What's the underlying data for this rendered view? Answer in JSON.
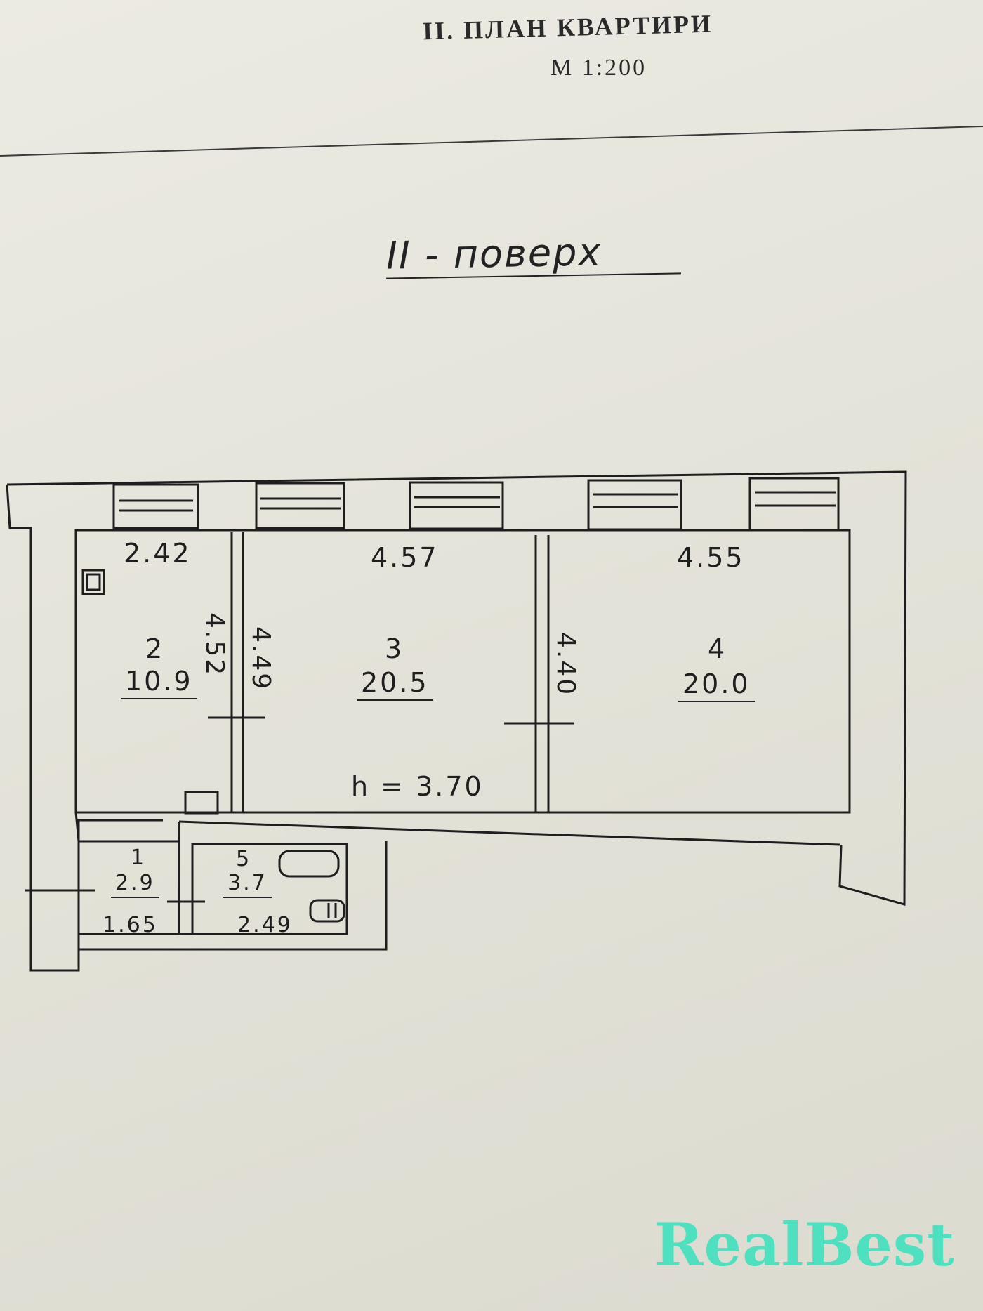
{
  "header": {
    "title": "II. ПЛАН КВАРТИРИ",
    "scale": "М 1:200"
  },
  "floor_label": "II - поверх",
  "rooms": [
    {
      "number": "1",
      "area": "2.9",
      "width": "1.65"
    },
    {
      "number": "2",
      "area": "10.9",
      "width": "2.42",
      "length": "4.52"
    },
    {
      "number": "3",
      "area": "20.5",
      "width": "4.57",
      "length": "4.49"
    },
    {
      "number": "4",
      "area": "20.0",
      "width": "4.55",
      "length": "4.40"
    },
    {
      "number": "5",
      "area": "3.7",
      "width": "2.49"
    }
  ],
  "ceiling_height": "h = 3.70",
  "watermark": "RealBest",
  "colors": {
    "ink": "#1e1e1e",
    "paper": "#e6e4d9",
    "watermark": "#4fe0c0"
  }
}
